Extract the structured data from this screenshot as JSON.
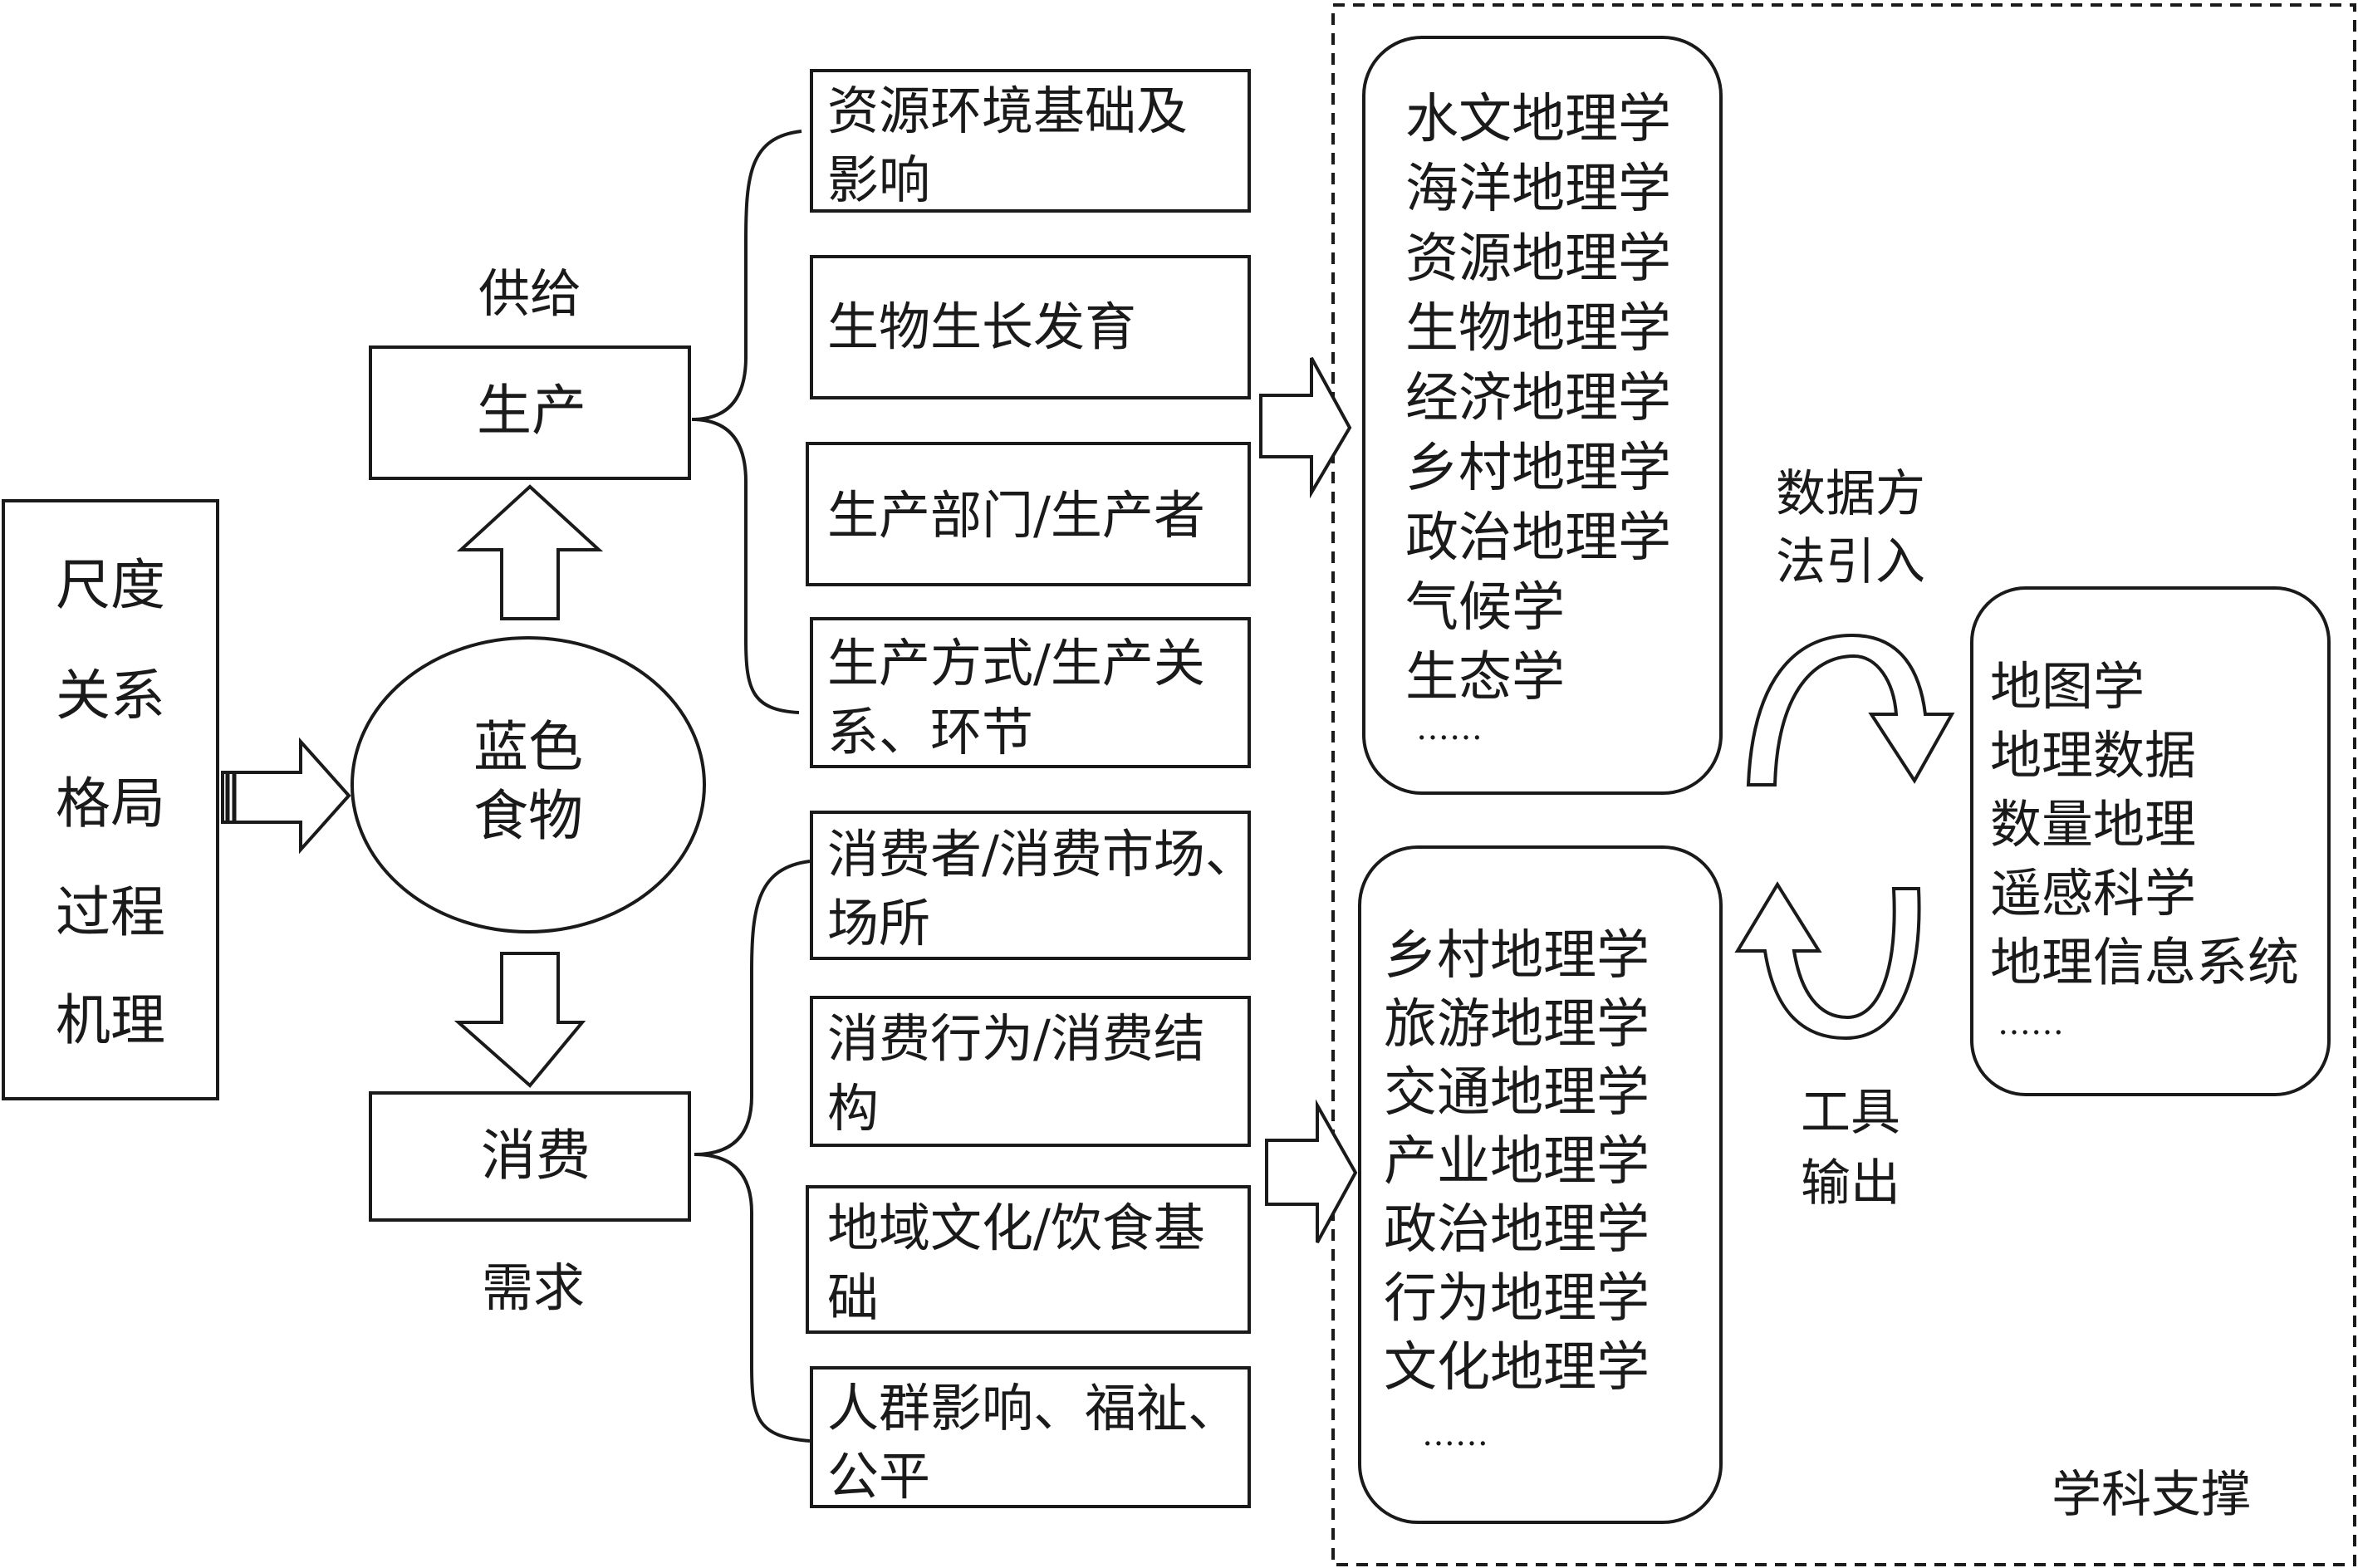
{
  "left_box": [
    "尺度",
    "关系",
    "格局",
    "过程",
    "机理"
  ],
  "center": {
    "line1": "蓝色",
    "line2": "食物"
  },
  "supply": {
    "label": "供给",
    "box": "生产"
  },
  "demand": {
    "label": "需求",
    "box": "消费"
  },
  "supply_items": [
    {
      "line1": "资源环境基础及",
      "line2": "影响"
    },
    {
      "line1": "生物生长发育",
      "line2": ""
    },
    {
      "line1": "生产部门/生产者",
      "line2": ""
    },
    {
      "line1": "生产方式/生产关",
      "line2": "系、环节"
    }
  ],
  "demand_items": [
    {
      "line1": "消费者/消费市场、",
      "line2": "场所"
    },
    {
      "line1": "消费行为/消费结",
      "line2": "构"
    },
    {
      "line1": "地域文化/饮食基",
      "line2": "础"
    },
    {
      "line1": "人群影响、福祉、",
      "line2": "公平"
    }
  ],
  "supply_disciplines": [
    "水文地理学",
    "海洋地理学",
    "资源地理学",
    "生物地理学",
    "经济地理学",
    "乡村地理学",
    "政治地理学",
    "气候学",
    "生态学",
    "……"
  ],
  "demand_disciplines": [
    "乡村地理学",
    "旅游地理学",
    "交通地理学",
    "产业地理学",
    "政治地理学",
    "行为地理学",
    "文化地理学",
    "……"
  ],
  "tools": [
    "地图学",
    "地理数据",
    "数量地理",
    "遥感科学",
    "地理信息系统",
    "……"
  ],
  "data_intro": {
    "line1": "数据方",
    "line2": "法引入"
  },
  "tool_output": {
    "line1": "工具",
    "line2": "输出"
  },
  "support_label": "学科支撑"
}
